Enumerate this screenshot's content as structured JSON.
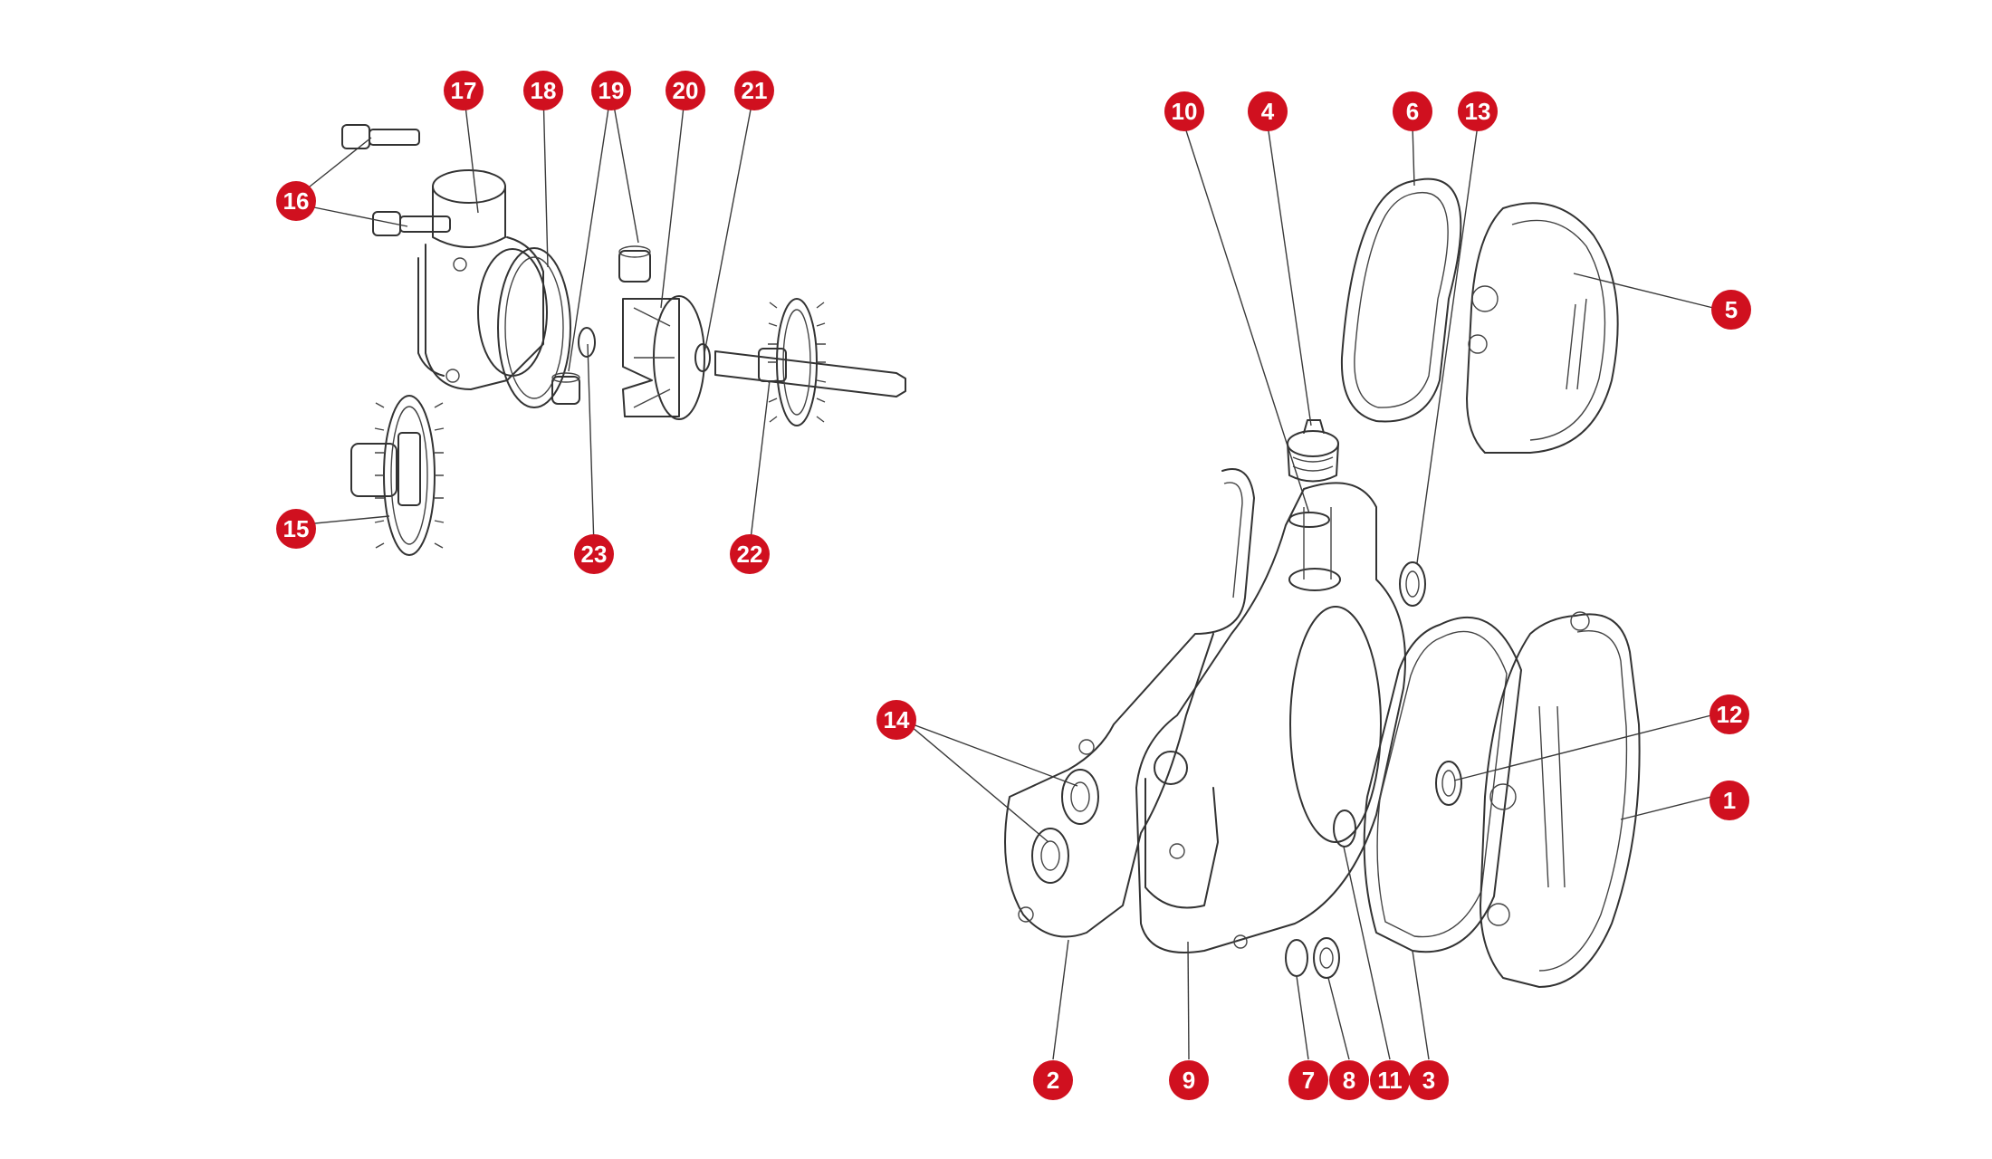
{
  "colors": {
    "badge": "#d0101f",
    "badge_text": "#ffffff",
    "line": "#333333"
  },
  "callouts": [
    {
      "id": "17",
      "label": "17"
    },
    {
      "id": "18",
      "label": "18"
    },
    {
      "id": "19",
      "label": "19"
    },
    {
      "id": "20",
      "label": "20"
    },
    {
      "id": "21",
      "label": "21"
    },
    {
      "id": "16",
      "label": "16"
    },
    {
      "id": "15",
      "label": "15"
    },
    {
      "id": "23",
      "label": "23"
    },
    {
      "id": "22",
      "label": "22"
    },
    {
      "id": "10",
      "label": "10"
    },
    {
      "id": "4",
      "label": "4"
    },
    {
      "id": "6",
      "label": "6"
    },
    {
      "id": "13",
      "label": "13"
    },
    {
      "id": "5",
      "label": "5"
    },
    {
      "id": "14",
      "label": "14"
    },
    {
      "id": "12",
      "label": "12"
    },
    {
      "id": "1",
      "label": "1"
    },
    {
      "id": "2",
      "label": "2"
    },
    {
      "id": "9",
      "label": "9"
    },
    {
      "id": "7",
      "label": "7"
    },
    {
      "id": "8",
      "label": "8"
    },
    {
      "id": "11",
      "label": "11"
    },
    {
      "id": "3",
      "label": "3"
    }
  ]
}
